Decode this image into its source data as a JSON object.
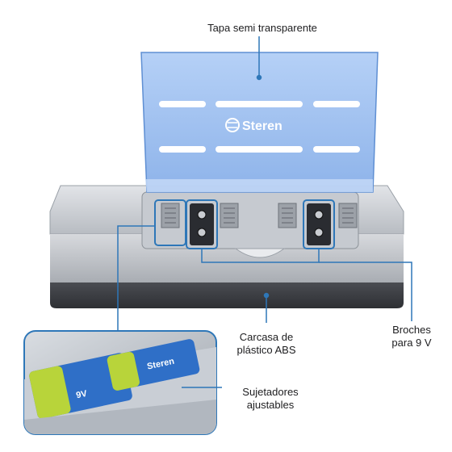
{
  "labels": {
    "lid": "Tapa semi transparente",
    "case_line1": "Carcasa de",
    "case_line2": "plástico ABS",
    "clips_line1": "Broches",
    "clips_line2": "para 9 V",
    "holders_line1": "Sujetadores",
    "holders_line2": "ajustables"
  },
  "brand": {
    "lid_logo": "Steren",
    "battery_text": "Steren"
  },
  "battery_markings": {
    "voltage": "9V"
  },
  "colors": {
    "callout_line": "#2e77b8",
    "lid_tint": "#8fb8ef",
    "case_silver": "#c9ccd1",
    "case_dark": "#3c3e44",
    "battery_green": "#b8d43a",
    "battery_blue": "#2f6fc7"
  }
}
